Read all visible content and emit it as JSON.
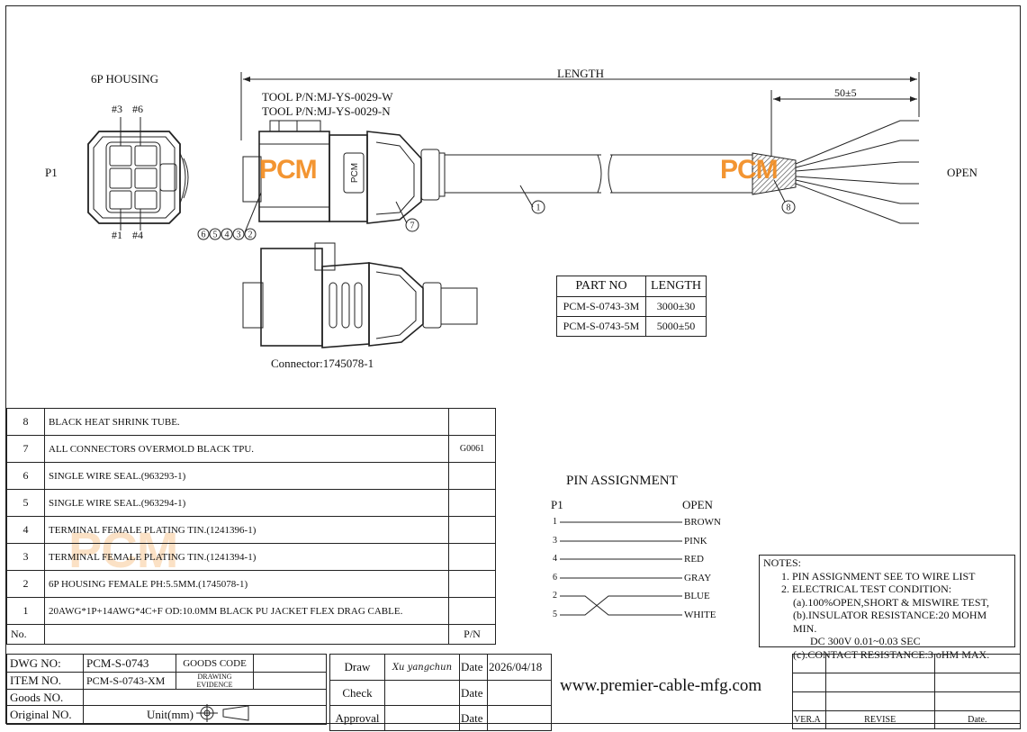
{
  "housing_label": "6P HOUSING",
  "pin_labels": {
    "p3": "#3",
    "p6": "#6",
    "p1": "#1",
    "p4": "#4"
  },
  "end_left": "P1",
  "end_right": "OPEN",
  "length_label": "LENGTH",
  "strip_length": "50±5",
  "tool_pn": [
    "TOOL P/N:MJ-YS-0029-W",
    "TOOL P/N:MJ-YS-0029-N"
  ],
  "watermark": "PCM",
  "overmold_mark": "PCM",
  "balloons": {
    "group": [
      "6",
      "5",
      "4",
      "3",
      "2"
    ],
    "overmold": "7",
    "cable": "1",
    "shrink": "8"
  },
  "connector_caption": "Connector:1745078-1",
  "parts_table": {
    "headers": [
      "PART NO",
      "LENGTH"
    ],
    "rows": [
      [
        "PCM-S-0743-3M",
        "3000±30"
      ],
      [
        "PCM-S-0743-5M",
        "5000±50"
      ]
    ]
  },
  "bom": {
    "rows": [
      {
        "no": "8",
        "desc": "BLACK HEAT SHRINK TUBE.",
        "pn": ""
      },
      {
        "no": "7",
        "desc": "ALL CONNECTORS OVERMOLD BLACK TPU.",
        "pn": "G0061"
      },
      {
        "no": "6",
        "desc": "SINGLE WIRE SEAL.(963293-1)",
        "pn": ""
      },
      {
        "no": "5",
        "desc": "SINGLE WIRE SEAL.(963294-1)",
        "pn": ""
      },
      {
        "no": "4",
        "desc": "TERMINAL FEMALE PLATING TIN.(1241396-1)",
        "pn": ""
      },
      {
        "no": "3",
        "desc": "TERMINAL FEMALE PLATING TIN.(1241394-1)",
        "pn": ""
      },
      {
        "no": "2",
        "desc": "6P HOUSING FEMALE PH:5.5MM.(1745078-1)",
        "pn": ""
      },
      {
        "no": "1",
        "desc": "20AWG*1P+14AWG*4C+F OD:10.0MM BLACK PU JACKET FLEX DRAG CABLE.",
        "pn": ""
      }
    ],
    "footer": {
      "no": "No.",
      "pn": "P/N"
    }
  },
  "pin_assignment": {
    "title": "PIN   ASSIGNMENT",
    "left_header": "P1",
    "right_header": "OPEN",
    "rows": [
      {
        "pin": "1",
        "color": "BROWN"
      },
      {
        "pin": "3",
        "color": "PINK"
      },
      {
        "pin": "4",
        "color": "RED"
      },
      {
        "pin": "6",
        "color": "GRAY"
      },
      {
        "pin": "2",
        "color": "BLUE"
      },
      {
        "pin": "5",
        "color": "WHITE"
      }
    ]
  },
  "notes": {
    "title": "NOTES:",
    "lines": [
      "1.  PIN ASSIGNMENT SEE TO WIRE LIST",
      "2.  ELECTRICAL TEST CONDITION:",
      "(a).100%OPEN,SHORT & MISWIRE TEST,",
      "(b).INSULATOR RESISTANCE:20 MOHM MIN.",
      "DC 300V 0.01~0.03 SEC",
      "(c).CONTACT RESISTANCE:3 oHM MAX."
    ]
  },
  "title_block": {
    "dwg_no_label": "DWG NO:",
    "dwg_no": "PCM-S-0743",
    "goods_code": "GOODS CODE",
    "item_no_label": "ITEM NO.",
    "item_no": "PCM-S-0743-XM",
    "drawing_evidence": "DRAWING EVIDENCE",
    "goods_no_label": "Goods NO.",
    "original_no_label": "Original NO.",
    "unit_label": "Unit(mm)",
    "draw_label": "Draw",
    "signature": "Xu yangchun",
    "date_label": "Date",
    "date": "2026/04/18",
    "check_label": "Check",
    "approval_label": "Approval",
    "website": "www.premier-cable-mfg.com",
    "rev_labels": [
      "VER.A",
      "REVISE",
      "Date."
    ]
  },
  "colors": {
    "line": "#222222",
    "watermark": "#f28a1c",
    "shrink_hatch": "#555555"
  }
}
